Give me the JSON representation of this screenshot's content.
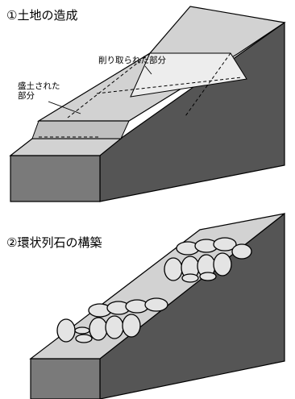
{
  "section1": {
    "title": "①土地の造成",
    "label_cut": "削り取られた部分",
    "label_fill_line1": "盛土された",
    "label_fill_line2": "部分"
  },
  "section2": {
    "title": "②環状列石の構築"
  },
  "colors": {
    "ink": "#000000",
    "top_surface": "#d2d2d2",
    "front_face": "#7a7a7a",
    "side_face": "#555555",
    "cut_area": "#ededed",
    "stone": "#e4e4e4"
  },
  "icons": {
    "stones": "stone-cluster-icon"
  }
}
